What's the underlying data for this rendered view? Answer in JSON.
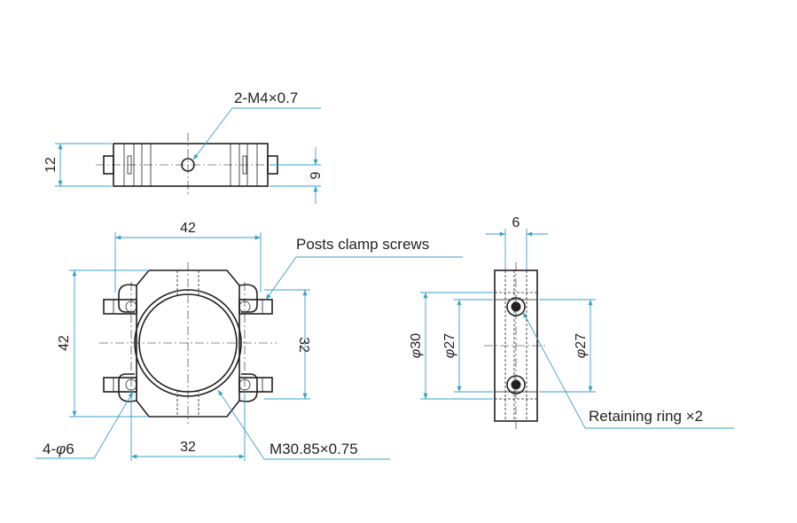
{
  "labels": {
    "top_hole": "2-M4×0.7",
    "clamp_screws": "Posts clamp screws",
    "mount_holes": "4-",
    "mount_holes_dia": "6",
    "thread": "M30.85×0.75",
    "retaining_ring": "Retaining ring ×2"
  },
  "dimensions": {
    "top_height": "12",
    "top_hole_height": "6",
    "front_width": "42",
    "front_height": "42",
    "front_hole_span_v": "32",
    "front_hole_span_h": "32",
    "side_thickness": "6",
    "side_outer_dia": "30",
    "side_inner_dia_left": "27",
    "side_inner_dia_right": "27",
    "phi_symbol": "φ"
  },
  "colors": {
    "line": "#231f20",
    "dimension": "#3aa0c8",
    "background": "#ffffff"
  }
}
